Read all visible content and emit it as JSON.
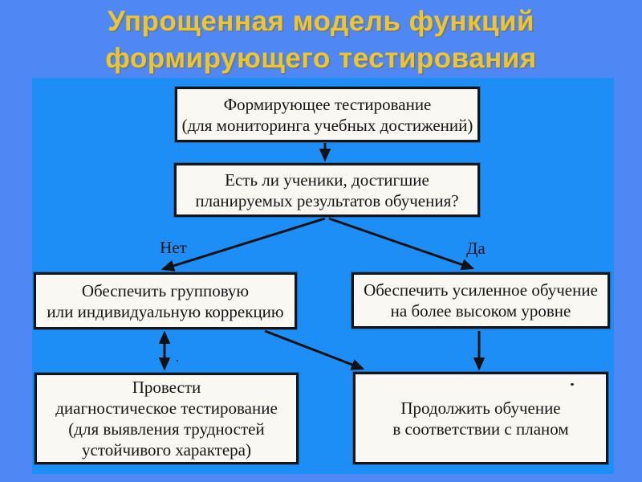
{
  "slide": {
    "title_line1": "Упрощенная модель функций",
    "title_line2": "формирующего тестирования"
  },
  "flowchart": {
    "boxes": [
      {
        "id": "formative-testing",
        "text": "Формирующее тестирование\n(для мониторинга учебных достижений)"
      },
      {
        "id": "question-achieved",
        "text": "Есть ли ученики, достигшие\nпланируемых результатов обучения?"
      },
      {
        "id": "group-correction",
        "text": "Обеспечить групповую\nили индивидуальную коррекцию"
      },
      {
        "id": "enhanced-learning",
        "text": "Обеспечить усиленное обучение\nна более высоком уровне"
      },
      {
        "id": "diagnostic-testing",
        "text": "Провести\nдиагностическое тестирование\n(для выявления трудностей\nустойчивого характера)"
      },
      {
        "id": "continue-plan",
        "text": "Продолжить обучение\nв соответствии с планом"
      }
    ],
    "branch_labels": {
      "no": "Нет",
      "yes": "Да"
    }
  },
  "colors": {
    "slide_background": "#4F87F5",
    "panel_background": "#1E8EF7",
    "box_background": "#F9F8F3",
    "box_border": "#151515",
    "arrow": "#111111",
    "title_text": "#EDC52F",
    "box_text": "#161616"
  }
}
